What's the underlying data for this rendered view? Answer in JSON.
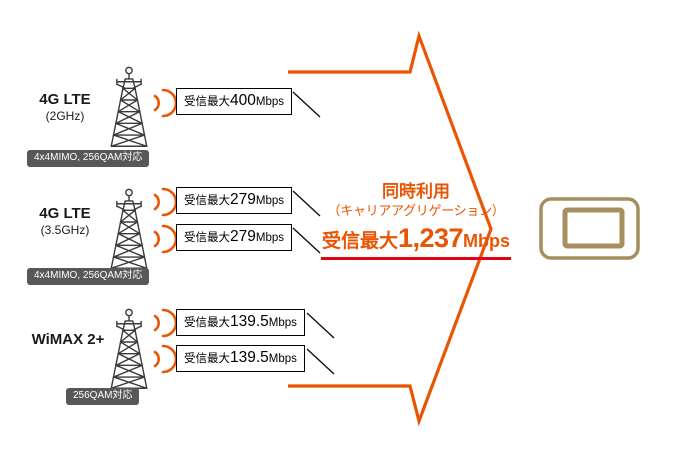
{
  "groups": [
    {
      "title": "4G LTE",
      "subtitle": "(2GHz)",
      "badge": "4x4MIMO, 256QAM対応",
      "speeds": [
        {
          "prefix": "受信最大",
          "value": "400",
          "unit": "Mbps"
        }
      ]
    },
    {
      "title": "4G LTE",
      "subtitle": "(3.5GHz)",
      "badge": "4x4MIMO, 256QAM対応",
      "speeds": [
        {
          "prefix": "受信最大",
          "value": "279",
          "unit": "Mbps"
        },
        {
          "prefix": "受信最大",
          "value": "279",
          "unit": "Mbps"
        }
      ]
    },
    {
      "title": "WiMAX 2+",
      "subtitle": "",
      "badge": "256QAM対応",
      "speeds": [
        {
          "prefix": "受信最大",
          "value": "139.5",
          "unit": "Mbps"
        },
        {
          "prefix": "受信最大",
          "value": "139.5",
          "unit": "Mbps"
        }
      ]
    }
  ],
  "aggregation": {
    "line1": "同時利用",
    "line2": "（キャリアアグリゲーション）",
    "result_prefix": "受信最大",
    "result_value": "1,237",
    "result_unit": "Mbps"
  },
  "icons": {
    "tower": "cell-tower-icon",
    "waves": "signal-waves-icon",
    "device": "mobile-router-icon"
  },
  "colors": {
    "orange": "#ea5504",
    "underline_red": "#e60012",
    "badge_bg": "#595757",
    "device_gold": "#a68f5f",
    "tower": "#3e3a39"
  }
}
